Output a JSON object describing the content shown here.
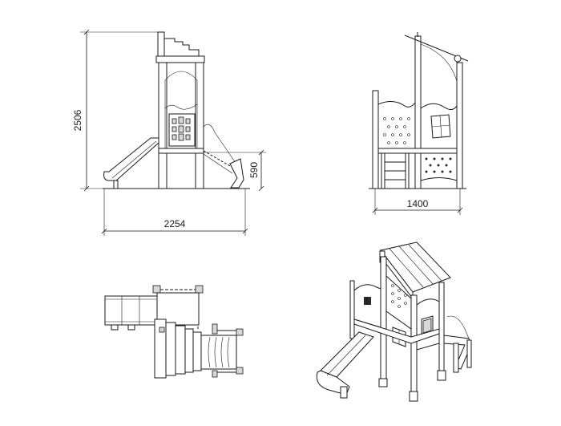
{
  "dimensions": {
    "height": "2506",
    "platform_height": "590",
    "width_side": "2254",
    "width_front": "1400"
  },
  "views": [
    "side-elevation",
    "front-elevation",
    "plan",
    "isometric"
  ]
}
